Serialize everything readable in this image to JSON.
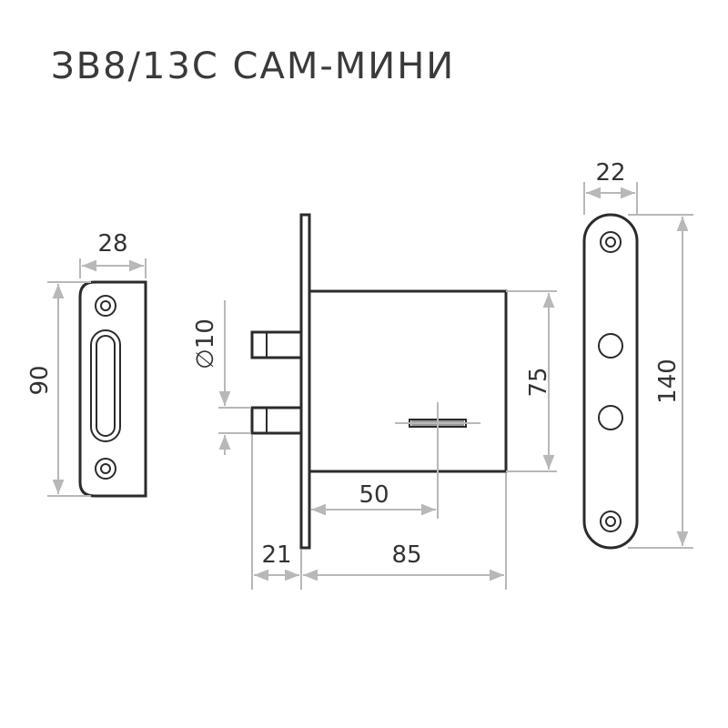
{
  "title": "ЗВ8/13С САМ-МИНИ",
  "dimensions": {
    "strike_width": "28",
    "strike_height": "90",
    "bolt_diameter": "∅10",
    "body_height": "75",
    "key_offset": "50",
    "bolt_projection": "21",
    "body_depth": "85",
    "faceplate_width": "22",
    "faceplate_height": "140"
  },
  "colors": {
    "outline": "#2b2b2b",
    "dimension": "#b8b8b8",
    "text": "#333333"
  }
}
